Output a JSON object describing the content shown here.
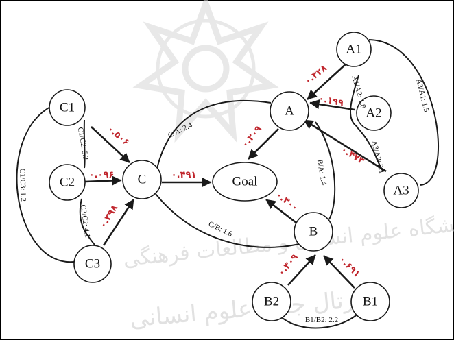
{
  "colors": {
    "weight_text": "#c0262d",
    "lines": "#1a1a1a",
    "watermark": "#d6d6d6",
    "background": "#ffffff"
  },
  "nodes": {
    "a1": "A1",
    "a2": "A2",
    "a3": "A3",
    "a": "A",
    "c1": "C1",
    "c2": "C2",
    "c3": "C3",
    "c": "C",
    "b1": "B1",
    "b2": "B2",
    "b": "B",
    "goal": "Goal"
  },
  "edge_weights": {
    "a1_a": "۰.۳۲۸",
    "a2_a": "۰.۱۹۹",
    "a3_a": "۰.۴۷۳",
    "a_goal": "۰.۲۰۹",
    "c1_c": "۰.۵۰۶",
    "c2_c": "۰.۰۹۶",
    "c3_c": "۰.۳۹۸",
    "c_goal": "۰.۴۹۱",
    "b2_b": "۰.۳۰۹",
    "b1_b": "۰.۶۹۱",
    "b_goal": "۰.۳۰۰"
  },
  "ratios": {
    "a1_a2": "A1/A2: 1.8",
    "a3_a1": "A3/A1: 1.5",
    "a3_a2": "A3/A2: 2.1",
    "c_a": "C/A: 2.4",
    "b_a": "B/A: 1.4",
    "c_b": "C/B: 1.6",
    "c1_c2": "C1/C2: 5.2",
    "c3_c2": "C3/C2: 4.1",
    "c1_c3": "C1/C3: 1.2",
    "b1_b2": "B1/B2: 2.2"
  },
  "watermark": {
    "line1": "پژوهشگاه علوم انسانی و مطالعات فرهنگی",
    "line2": "پرتال جامع علوم انسانی"
  }
}
